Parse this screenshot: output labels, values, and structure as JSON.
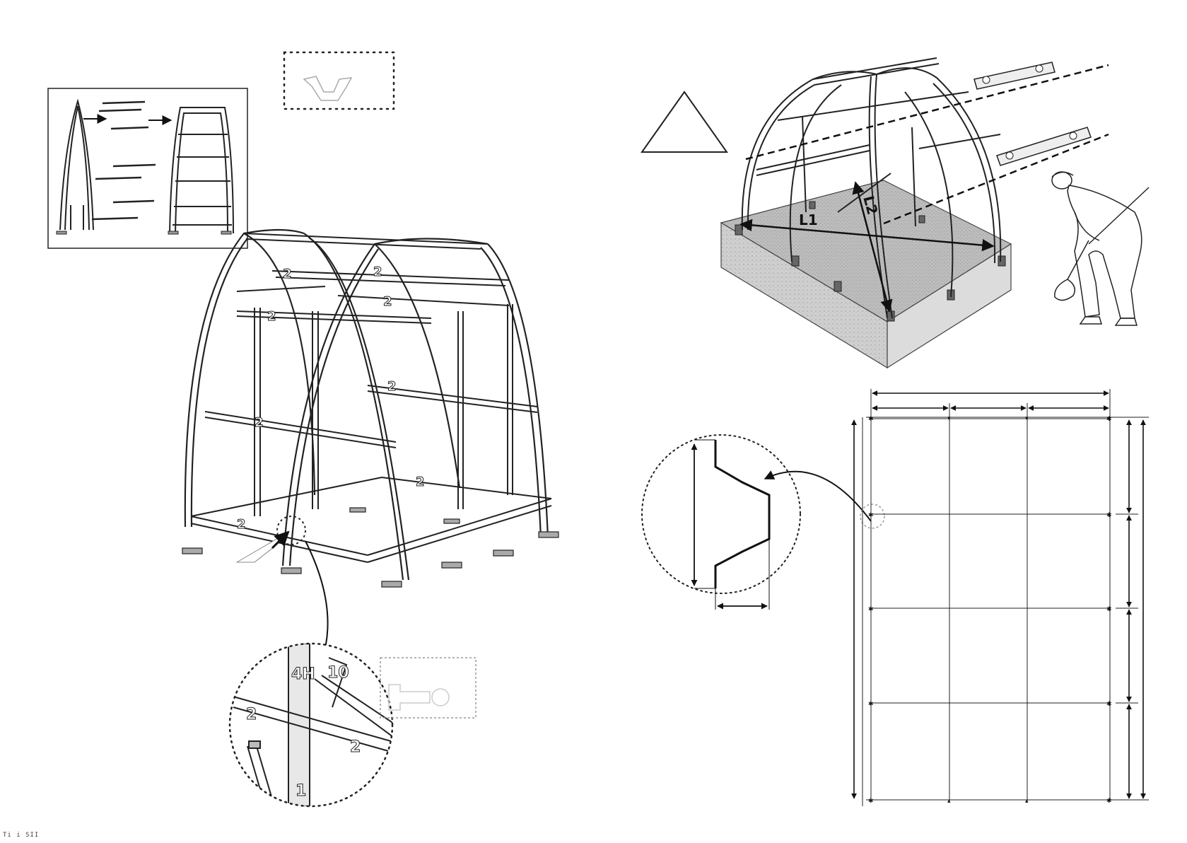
{
  "labels": {
    "diag1": "L1",
    "diag2": "L2",
    "zoom_top": "4H",
    "zoom_top_right": "10",
    "zoom_left": "2",
    "zoom_right": "2",
    "zoom_bottom": "1",
    "frame_nums": [
      "2",
      "2",
      "2",
      "2",
      "2",
      "2",
      "2",
      "2"
    ]
  },
  "footer": "Ti        i       SII"
}
